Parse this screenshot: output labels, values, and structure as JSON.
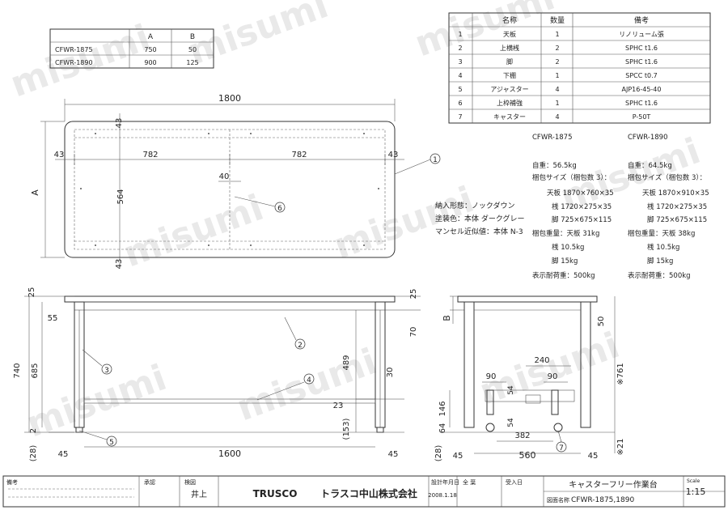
{
  "watermark": "misumi",
  "size_table": {
    "headers": [
      "",
      "A",
      "B"
    ],
    "rows": [
      [
        "CFWR-1875",
        "750",
        "50"
      ],
      [
        "CFWR-1890",
        "900",
        "125"
      ]
    ]
  },
  "parts_table": {
    "headers": [
      "",
      "名称",
      "数量",
      "備考"
    ],
    "rows": [
      [
        "1",
        "天板",
        "1",
        "リノリューム張"
      ],
      [
        "2",
        "上横桟",
        "2",
        "SPHC t1.6"
      ],
      [
        "3",
        "脚",
        "2",
        "SPHC t1.6"
      ],
      [
        "4",
        "下棚",
        "1",
        "SPCC t0.7"
      ],
      [
        "5",
        "アジャスター",
        "4",
        "AJP16-45-40"
      ],
      [
        "6",
        "上枠補強",
        "1",
        "SPHC t1.6"
      ],
      [
        "7",
        "キャスター",
        "4",
        "P-50T"
      ]
    ]
  },
  "top_view": {
    "overall_width": "1800",
    "side_margin": "43",
    "span": "782",
    "depth_label": "A",
    "inner_depth": "564",
    "center_gap": "40",
    "callout_1": "1",
    "callout_6": "6"
  },
  "finish_notes": [
    "納入形態：ノックダウン",
    "塗装色：本体 ダークグレー",
    "マンセル近似値：本体 N-3"
  ],
  "spec_1875": {
    "model": "CFWR-1875",
    "lines": [
      "自重：56.5kg",
      "梱包サイズ（梱包数 3）：",
      "天板 1870×760×35",
      "桟 1720×275×35",
      "脚 725×675×115",
      "梱包重量：天板 31kg",
      "桟 10.5kg",
      "脚 15kg",
      "表示耐荷重：500kg"
    ]
  },
  "spec_1890": {
    "model": "CFWR-1890",
    "lines": [
      "自重：64.5kg",
      "梱包サイズ（梱包数 3）：",
      "天板 1870×910×35",
      "桟 1720×275×35",
      "脚 725×675×115",
      "梱包重量：天板 38kg",
      "桟 10.5kg",
      "脚 15kg",
      "表示耐荷重：500kg"
    ]
  },
  "front_view": {
    "dims_left": [
      "25",
      "55",
      "740",
      "685",
      "2",
      "(28)",
      "45"
    ],
    "dims_right": [
      "25",
      "70",
      "489",
      "30",
      "23",
      "(153)",
      "45"
    ],
    "bottom": "1600",
    "callouts": [
      "2",
      "3",
      "4",
      "5"
    ]
  },
  "side_view": {
    "dims": [
      "B",
      "50",
      "240",
      "90",
      "90",
      "54",
      "146",
      "54",
      "64",
      "382",
      "(28)",
      "45",
      "560",
      "45",
      "※761",
      "※21"
    ],
    "callout_7": "7"
  },
  "title_block": {
    "note_label": "備考",
    "approve": "承認",
    "check": "検図",
    "check_name": "井上",
    "design_date_label": "設計年月日",
    "design_date": "2008.1.18",
    "scope": "全 葉",
    "receiver": "受入日",
    "brand": "TRUSCO",
    "company": "トラスコ中山株式会社",
    "drawing_name": "キャスターフリー作業台",
    "drawing_no_label": "図面名称",
    "drawing_no": "CFWR-1875,1890",
    "scale_label": "Scale",
    "scale": "1:15"
  }
}
